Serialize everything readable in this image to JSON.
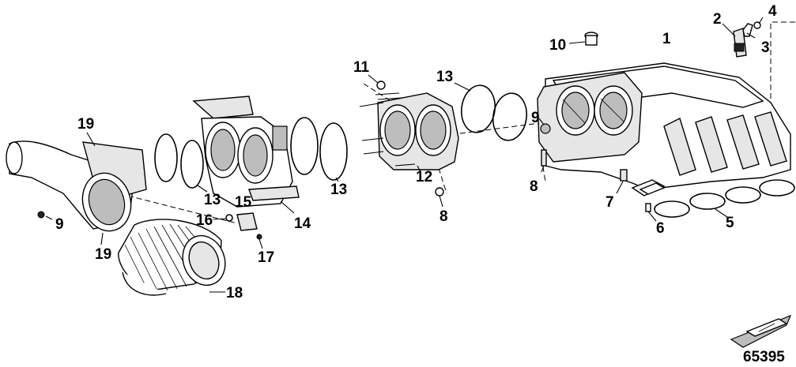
{
  "callouts": {
    "c1": "1",
    "c2": "2",
    "c3": "3",
    "c4": "4",
    "c5": "5",
    "c6": "6",
    "c7": "7",
    "c8a": "8",
    "c8b": "8",
    "c9a": "9",
    "c9b": "9",
    "c10": "10",
    "c11": "11",
    "c12": "12",
    "c13a": "13",
    "c13b": "13",
    "c13c": "13",
    "c14": "14",
    "c15": "15",
    "c16": "16",
    "c17": "17",
    "c18": "18",
    "c19a": "19",
    "c19b": "19"
  },
  "figure_number": "65395",
  "icons": {
    "boat": "boat-icon"
  }
}
